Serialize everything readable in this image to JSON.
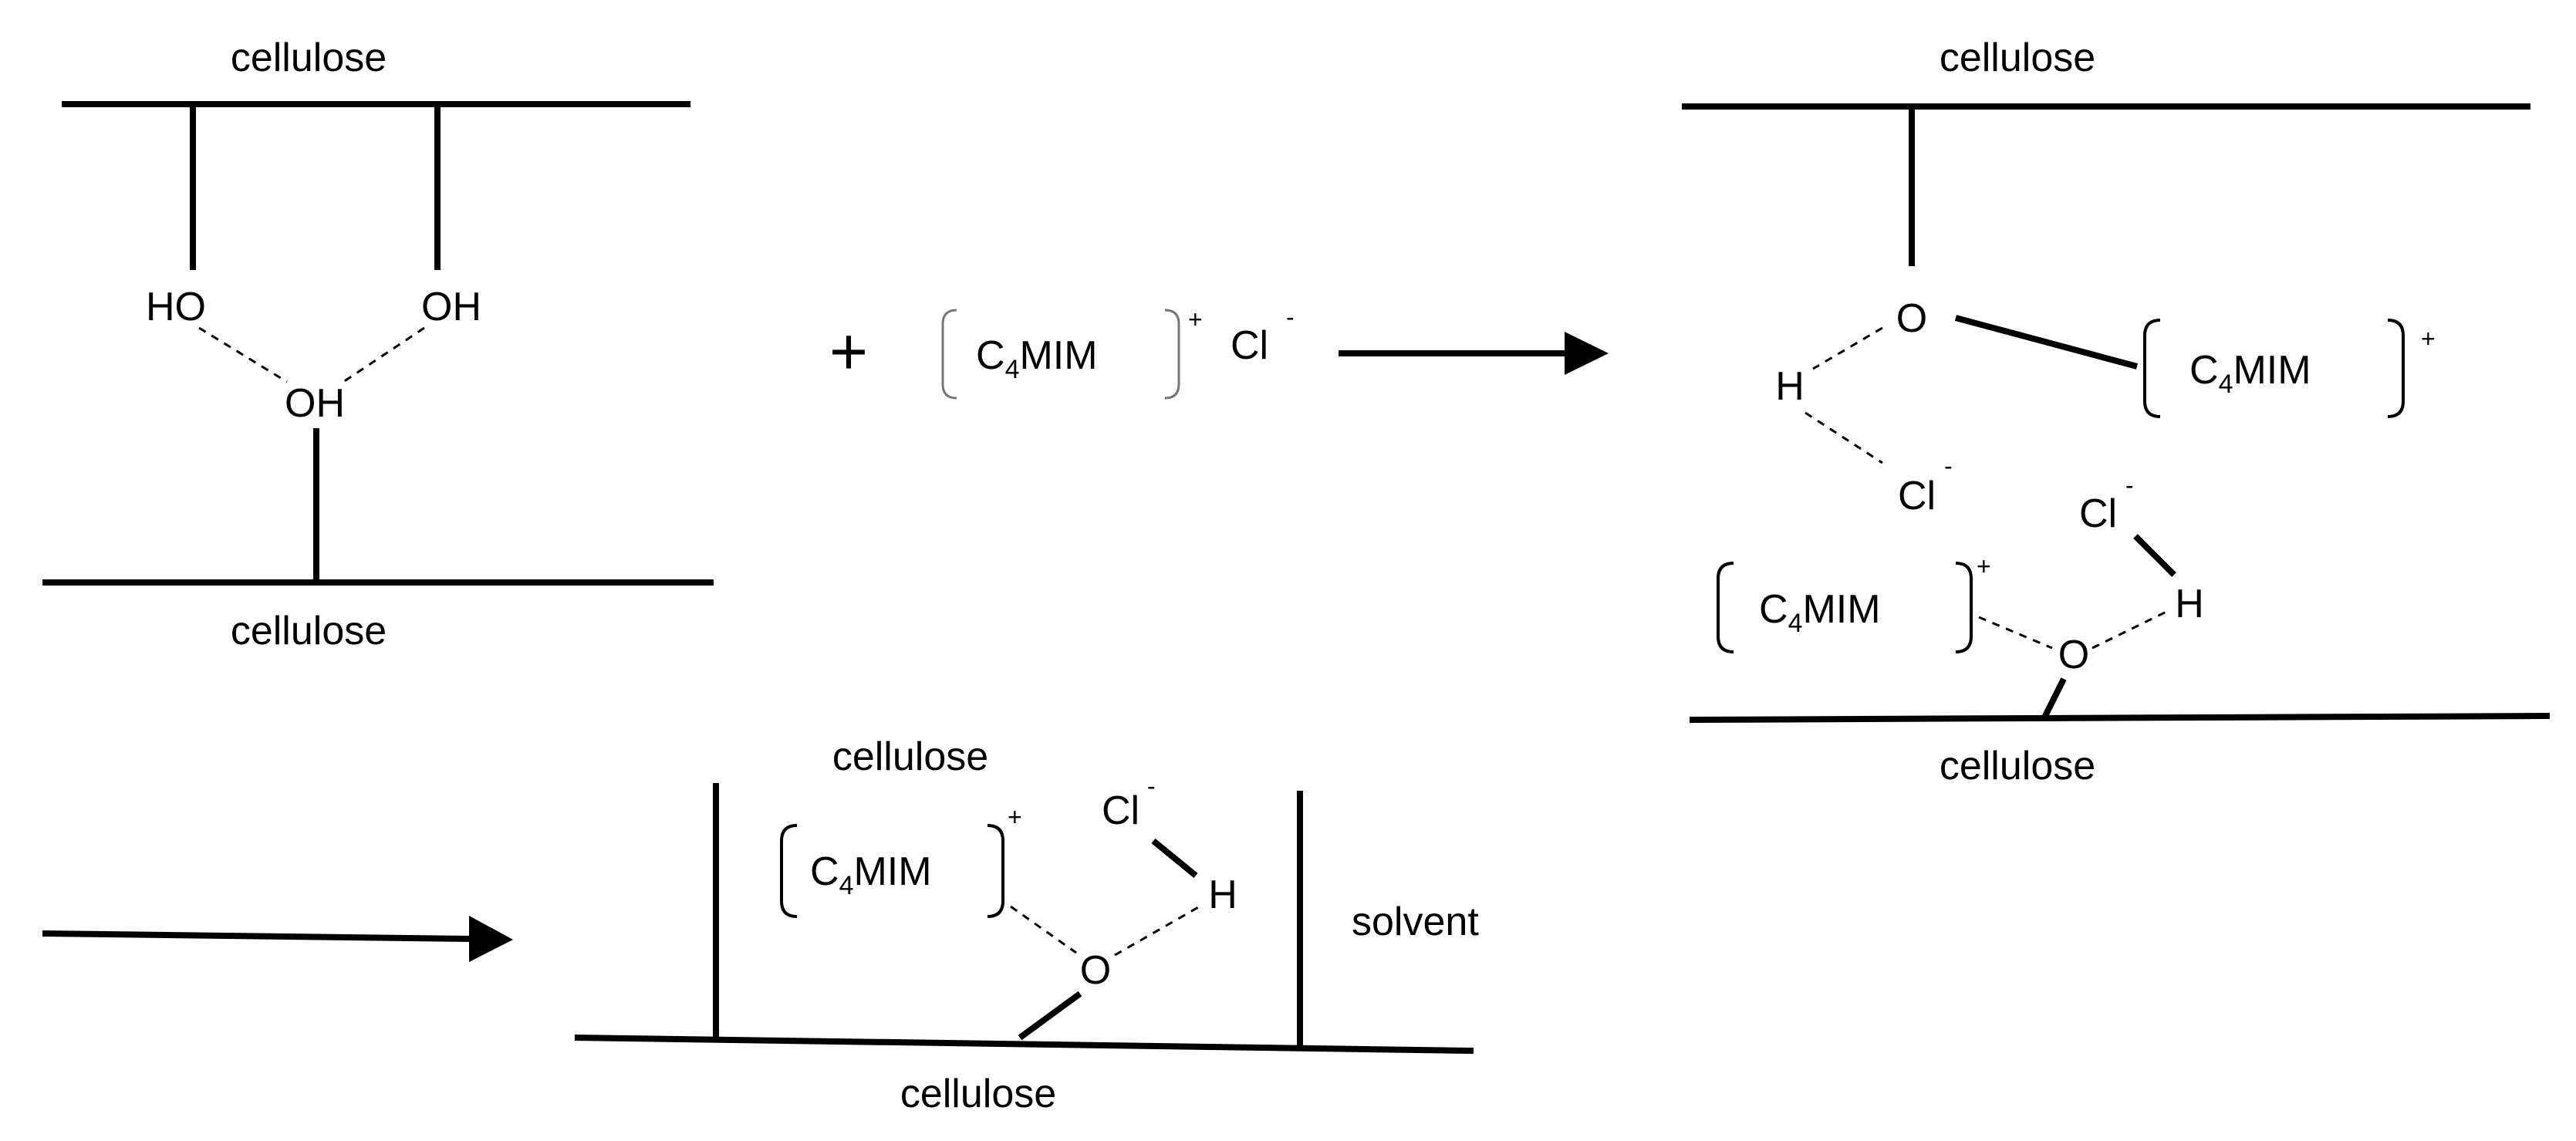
{
  "labels": {
    "cellulose": "cellulose",
    "solvent": "solvent",
    "hydroxyl_left": "HO",
    "hydroxyl_right": "OH",
    "oxygen": "O",
    "hydrogen": "H",
    "chloride": "Cl",
    "cation_prefix": "C",
    "cation_subscript": "4",
    "cation_suffix": "MIM",
    "plus_sign": "+",
    "positive_charge": "+",
    "negative_charge": "-"
  },
  "colors": {
    "ink": "#000000",
    "light_bracket": "#777777",
    "background": "#ffffff"
  }
}
